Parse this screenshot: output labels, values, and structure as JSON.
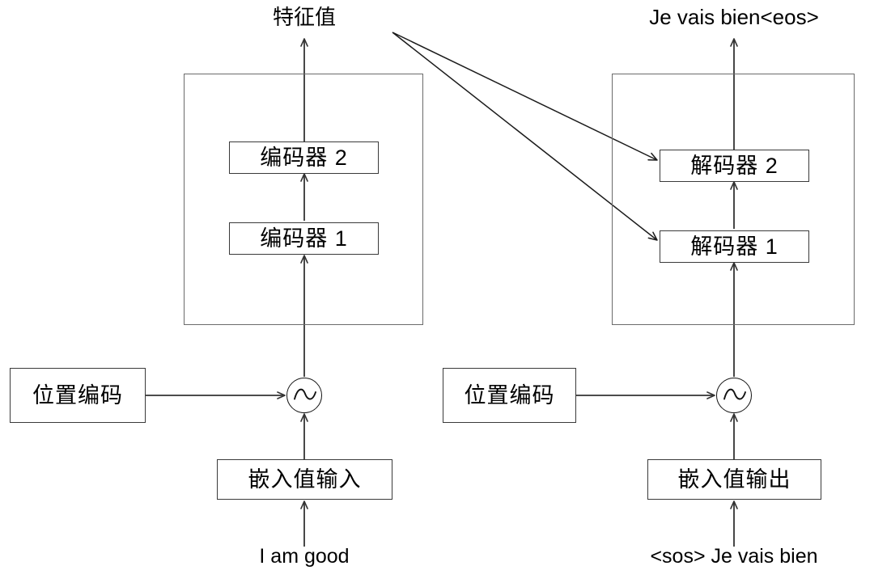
{
  "diagram": {
    "title_visible": false,
    "background_color": "#ffffff",
    "stroke_color": "#333333",
    "box_border_color": "#3a3a3a",
    "container_border_color": "#6b6b6b",
    "encoder_side": {
      "output_label": "特征值",
      "container_name": "encoder-stack",
      "blocks": [
        {
          "label": "编码器 2"
        },
        {
          "label": "编码器 1"
        }
      ],
      "positional_encoding_label": "位置编码",
      "sum_node_glyph": "∿",
      "sum_node_name": "sine-wave-icon",
      "embedding_label": "嵌入值输入",
      "input_text": "I am good"
    },
    "decoder_side": {
      "output_label": "Je vais bien<eos>",
      "container_name": "decoder-stack",
      "blocks": [
        {
          "label": "解码器 2"
        },
        {
          "label": "解码器 1"
        }
      ],
      "positional_encoding_label": "位置编码",
      "sum_node_glyph": "∿",
      "sum_node_name": "sine-wave-icon",
      "embedding_label": "嵌入值输出",
      "input_text": "<sos> Je vais bien"
    },
    "cross_attention": {
      "origin_label": "encoder-output-branch-point",
      "targets": [
        "解码器 2",
        "解码器 1"
      ]
    }
  }
}
